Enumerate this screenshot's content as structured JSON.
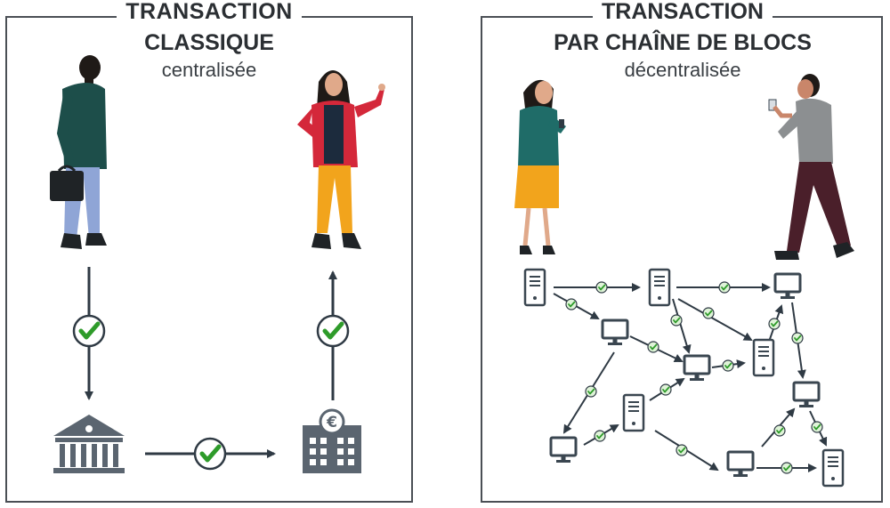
{
  "left": {
    "title_line1": "TRANSACTION",
    "title_line2": "CLASSIQUE",
    "subtitle": "centralisée"
  },
  "right": {
    "title_line1": "TRANSACTION",
    "title_line2": "PAR CHAÎNE DE BLOCS",
    "subtitle": "décentralisée"
  },
  "colors": {
    "frame": "#4a4f55",
    "arrow": "#2f3a44",
    "check": "#2e9b2a",
    "building": "#5b6570",
    "device": "#3a4650"
  },
  "icons": [
    "person-icon",
    "bank-icon",
    "euro-bank-icon",
    "check-icon",
    "server-icon",
    "computer-icon"
  ]
}
